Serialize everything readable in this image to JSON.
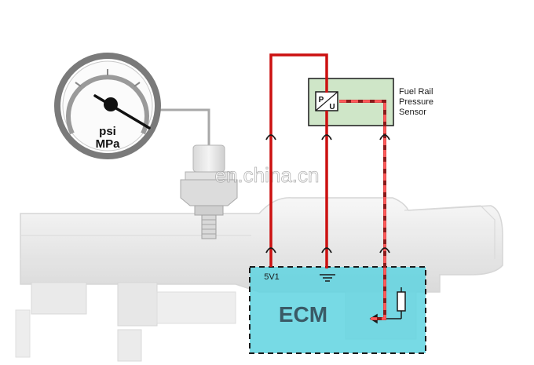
{
  "gauge": {
    "unit_primary": "psi",
    "unit_secondary": "MPa"
  },
  "sensor": {
    "symbol_letters": [
      "P",
      "U"
    ],
    "label_lines": [
      "Fuel Rail",
      "Pressure",
      "Sensor"
    ]
  },
  "ecm": {
    "title": "ECM",
    "supply_label": "5V1"
  },
  "watermark": "en.china.cn",
  "colors": {
    "wire_red": "#cc1111",
    "ecm_fill": "#5fd3e0",
    "sensor_fill": "#cfe6c8",
    "gauge_ring": "#7a7a7a",
    "rail_fill": "#ebebeb"
  }
}
